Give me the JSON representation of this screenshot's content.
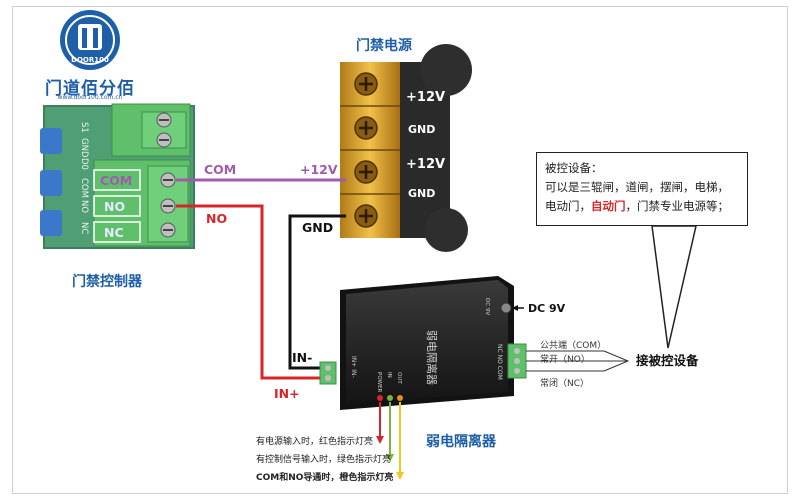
{
  "colors": {
    "blue": "#1f5fa8",
    "purple": "#a15ab0",
    "red": "#d6262a",
    "orange": "#e88c2a",
    "green": "#7cb342",
    "yellow": "#f2c52b",
    "terminal_green": "#5fbf6a"
  },
  "logo": {
    "text": "门道佰分佰",
    "badge": "DOOR100",
    "url": "www.door100.com.cn"
  },
  "access_controller": {
    "title": "门禁控制器",
    "pins": [
      "COM",
      "NO",
      "NC"
    ],
    "board_labels": [
      "S1",
      "GND",
      "D0",
      "COM",
      "NO",
      "NC"
    ]
  },
  "power_supply": {
    "title": "门禁电源",
    "terminals": [
      "+12V",
      "GND",
      "+12V",
      "GND"
    ]
  },
  "wires": {
    "com": "COM",
    "no": "NO",
    "plus12v": "+12V",
    "gnd": "GND",
    "in_minus": "IN-",
    "in_plus": "IN+"
  },
  "isolator": {
    "title": "弱电隔离器",
    "body_text": "弱电隔离器",
    "dc_label": "DC 9V",
    "dc_port": "DC 9V",
    "input_port": "IN+ IN-",
    "status_labels": [
      "POWER",
      "IN",
      "OUT"
    ],
    "output_port": "NC NO COM",
    "outputs": [
      "公共端（COM）",
      "常开（NO）",
      "常闭（NC）"
    ],
    "connect_label": "接被控设备"
  },
  "indicators": [
    "有电源输入时，红色指示灯亮",
    "有控制信号输入时，绿色指示灯亮",
    "COM和NO导通时，橙色指示灯亮"
  ],
  "callout": {
    "title": "被控设备：",
    "line1": "可以是三辊闸，道闸，摆闸，电梯，",
    "line2_prefix": "电动门，",
    "line2_accent": "自动门",
    "line2_suffix": "，门禁专业电源等；"
  }
}
